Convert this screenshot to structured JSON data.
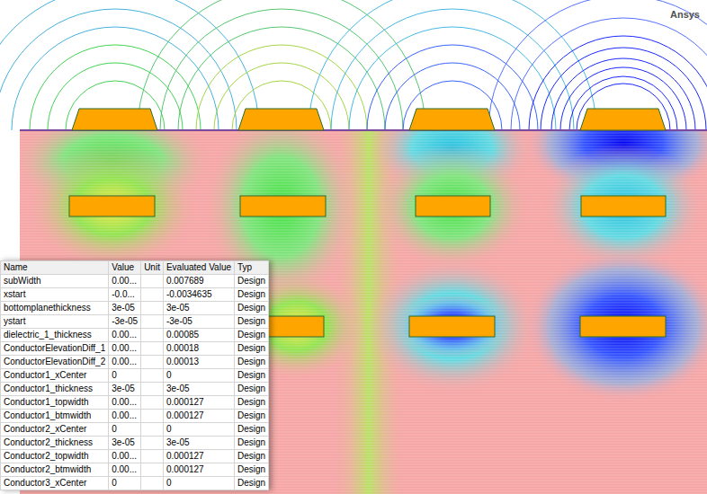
{
  "diagram": {
    "labels": [
      "Ansys",
      "Name",
      "Value",
      "Unit",
      "Evaluated Value",
      "Typ",
      "subWidth",
      "0.00...",
      "0.007689",
      "Design",
      "xstart",
      "-0.0...",
      "-0.0034635",
      "Design",
      "bottomplanethickness",
      "3e-05",
      "3e-05",
      "Design",
      "ystart",
      "-3e-05",
      "-3e-05",
      "Design",
      "dielectric_1_thickness",
      "0.00...",
      "0.00085",
      "Design",
      "ConductorElevationDiff_1",
      "0.00...",
      "0.00018",
      "Design",
      "ConductorElevationDiff_2",
      "0.00...",
      "0.00013",
      "Design",
      "Conductor1_xCenter",
      "0",
      "0",
      "Design",
      "Conductor1_thickness",
      "3e-05",
      "3e-05",
      "Design",
      "Conductor1_topwidth",
      "0.00...",
      "0.000127",
      "Design",
      "Conductor1_btmwidth",
      "0.00...",
      "0.000127",
      "Design",
      "Conductor2_xCenter",
      "0",
      "0",
      "Design",
      "Conductor2_thickness",
      "3e-05",
      "3e-05",
      "Design",
      "Conductor2_topwidth",
      "0.00...",
      "0.000127",
      "Design",
      "Conductor2_btmwidth",
      "0.00...",
      "0.000127",
      "Design",
      "Conductor3_xCenter",
      "0",
      "0",
      "Design"
    ]
  }
}
